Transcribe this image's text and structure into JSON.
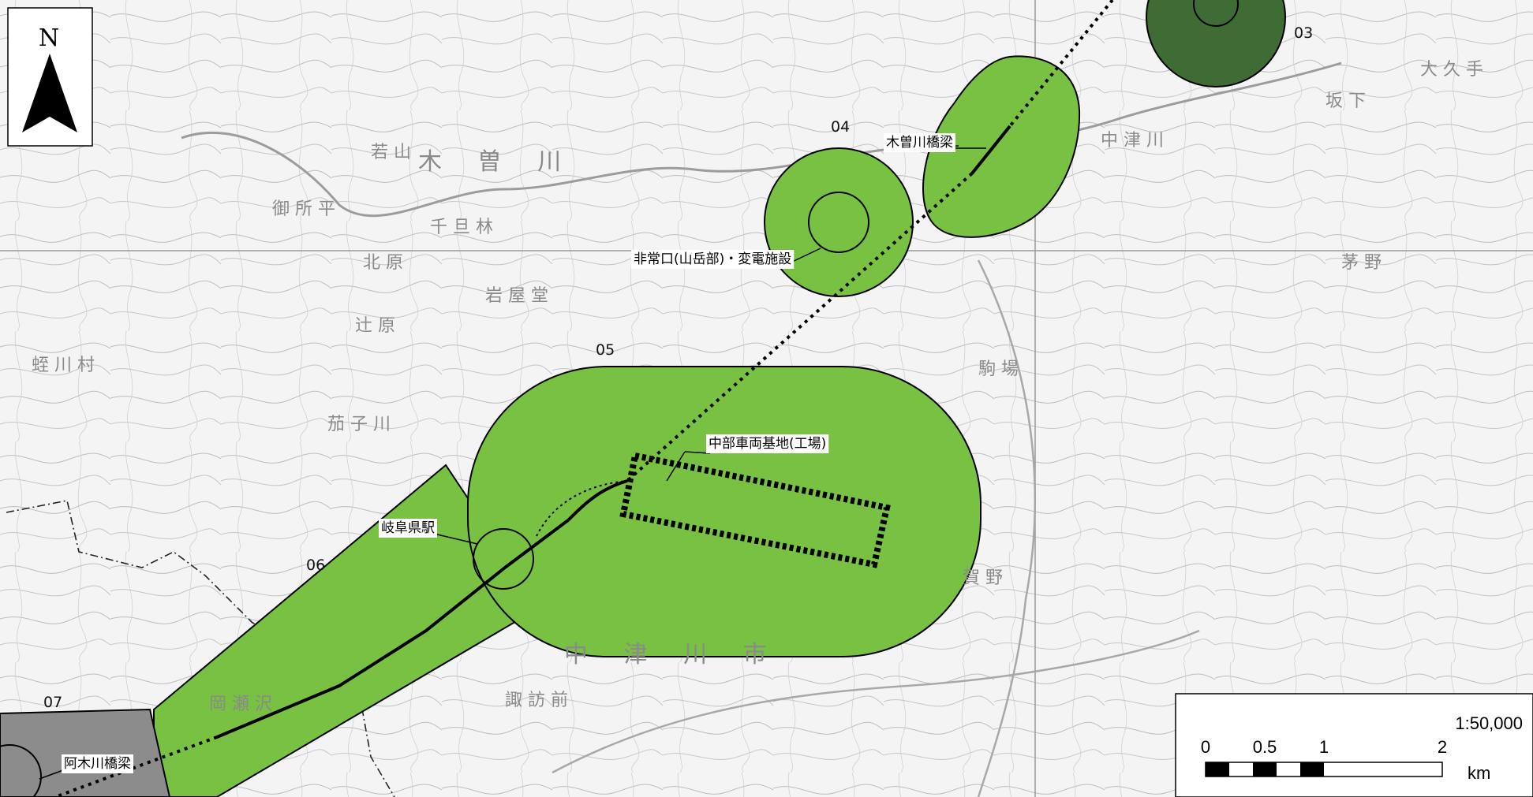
{
  "north_arrow": {
    "letter": "N"
  },
  "sheet_numbers": [
    "03",
    "04",
    "05",
    "06",
    "07"
  ],
  "facilities": {
    "kisogawa_bridge": "木曽川橋梁",
    "emergency_exit": "非常口(山岳部)・変電施設",
    "chubu_depot": "中部車両基地(工場)",
    "gifu_station": "岐阜県駅",
    "agigawa_bridge": "阿木川橋梁"
  },
  "place_names": {
    "nakatsugawa_city": "中 津 川 市",
    "kiso_river": "木 曽 川",
    "nakatsu_river": "中 津 川",
    "komaba": "駒 場",
    "senganbayashi": "千 旦 林",
    "hirukawa": "蛭 川 村",
    "nasugawa": "茄 子 川",
    "iwayado": "岩 屋 堂",
    "wakayama": "若 山",
    "goshodaira": "御 所 平",
    "tsujihara": "辻 原",
    "kitahara": "北 原",
    "okubo": "大 久 手",
    "sakashita": "坂 下",
    "chino": "茅 野",
    "okase": "岡 瀬 沢",
    "suwamae": "諏 訪 前",
    "kago": "賀 野"
  },
  "colors": {
    "zone_green": "#79c142",
    "zone_dark_green": "#3f6b34",
    "zone_gray": "#8c8c8c",
    "route_line": "#000000"
  },
  "scale_bar": {
    "ratio": "1:50,000",
    "ticks": [
      "0",
      "0.5",
      "1",
      "2"
    ],
    "unit": "km"
  }
}
